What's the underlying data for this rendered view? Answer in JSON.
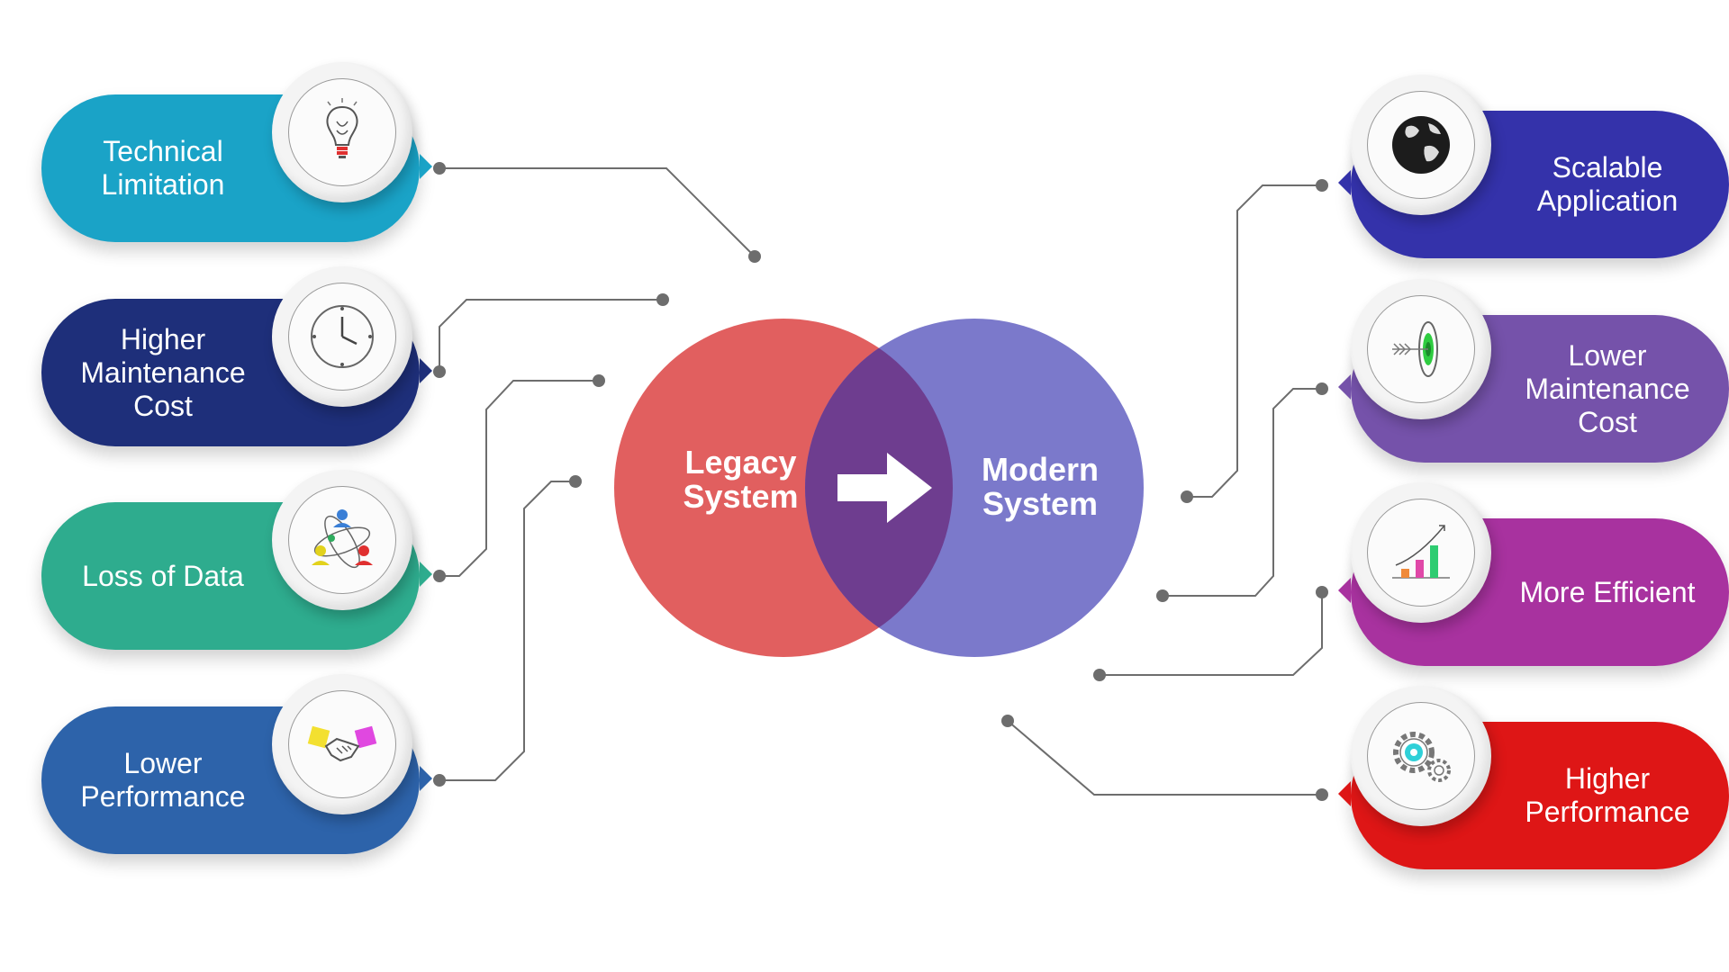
{
  "diagram": {
    "venn": {
      "legacy_label": "Legacy\nSystem",
      "modern_label": "Modern\nSystem",
      "legacy_color": "#e15f5f",
      "modern_color": "#7b79cb",
      "overlap_color": "#6e3d8f"
    },
    "left_items": [
      {
        "label": "Technical\nLimitation",
        "color": "#1aa3c7",
        "icon": "lightbulb-icon"
      },
      {
        "label": "Higher\nMaintenance\nCost",
        "color": "#1e2f7a",
        "icon": "clock-icon"
      },
      {
        "label": "Loss of Data",
        "color": "#2eac8e",
        "icon": "network-people-icon"
      },
      {
        "label": "Lower\nPerformance",
        "color": "#2d63aa",
        "icon": "handshake-icon"
      }
    ],
    "right_items": [
      {
        "label": "Scalable\nApplication",
        "color": "#3432aa",
        "icon": "globe-icon"
      },
      {
        "label": "Lower\nMaintenance\nCost",
        "color": "#7552aa",
        "icon": "target-icon"
      },
      {
        "label": "More Efficient",
        "color": "#a8329f",
        "icon": "growth-chart-icon"
      },
      {
        "label": "Higher\nPerformance",
        "color": "#de1616",
        "icon": "gears-icon"
      }
    ],
    "connector_color": "#6d6d6d"
  }
}
